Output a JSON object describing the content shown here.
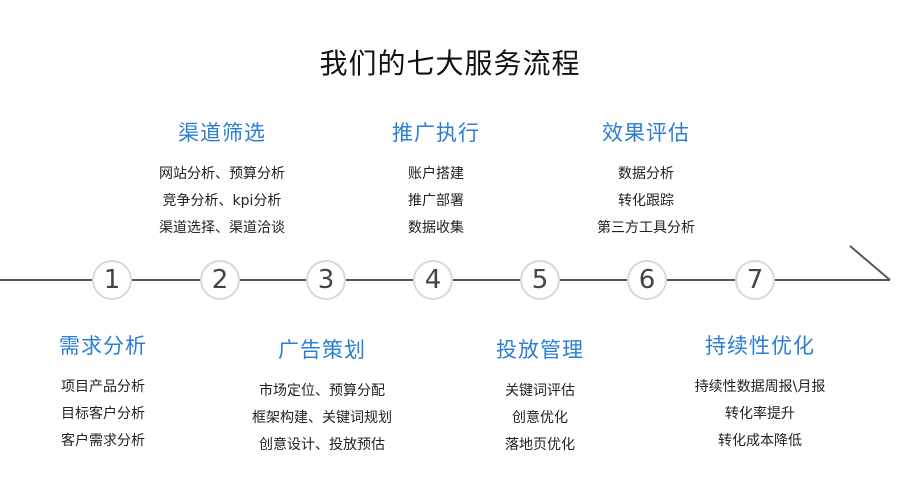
{
  "title": "我们的七大服务流程",
  "steps": [
    {
      "num": "1",
      "heading": "需求分析",
      "items": [
        "项目产品分析",
        "目标客户分析",
        "客户需求分析"
      ]
    },
    {
      "num": "2",
      "heading": "渠道筛选",
      "items": [
        "网站分析、预算分析",
        "竞争分析、kpi分析",
        "渠道选择、渠道洽谈"
      ]
    },
    {
      "num": "3",
      "heading": "广告策划",
      "items": [
        "市场定位、预算分配",
        "框架构建、关键词规划",
        "创意设计、投放预估"
      ]
    },
    {
      "num": "4",
      "heading": "推广执行",
      "items": [
        "账户搭建",
        "推广部署",
        "数据收集"
      ]
    },
    {
      "num": "5",
      "heading": "投放管理",
      "items": [
        "关键词评估",
        "创意优化",
        "落地页优化"
      ]
    },
    {
      "num": "6",
      "heading": "效果评估",
      "items": [
        "数据分析",
        "转化跟踪",
        "第三方工具分析"
      ]
    },
    {
      "num": "7",
      "heading": "持续性优化",
      "items": [
        "持续性数据周报\\月报",
        "转化率提升",
        "转化成本降低"
      ]
    }
  ],
  "colors": {
    "heading": "#2b7fd3",
    "line": "#555555",
    "node_border": "#d9d9d9"
  }
}
